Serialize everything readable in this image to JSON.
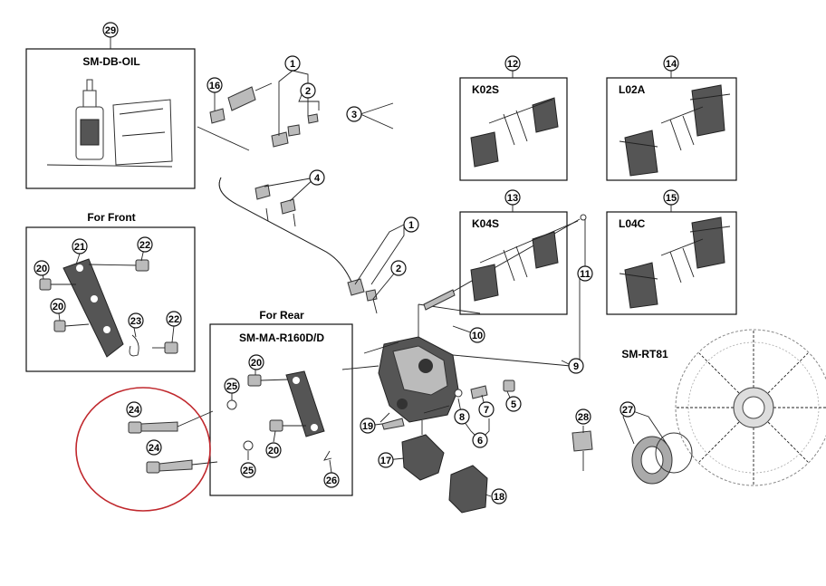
{
  "labels": {
    "oil_box": "SM-DB-OIL",
    "front": "For Front",
    "rear": "For Rear",
    "rear_box": "SM-MA-R160D/D",
    "pad_k02s": "K02S",
    "pad_l02a": "L02A",
    "pad_k04s": "K04S",
    "pad_l04c": "L04C",
    "rotor": "SM-RT81"
  },
  "callouts": [
    "1",
    "2",
    "3",
    "4",
    "5",
    "6",
    "7",
    "8",
    "9",
    "10",
    "11",
    "12",
    "13",
    "14",
    "15",
    "16",
    "17",
    "18",
    "19",
    "20",
    "21",
    "22",
    "23",
    "24",
    "25",
    "26",
    "27",
    "28",
    "29"
  ],
  "highlight_color": "#c0282d"
}
